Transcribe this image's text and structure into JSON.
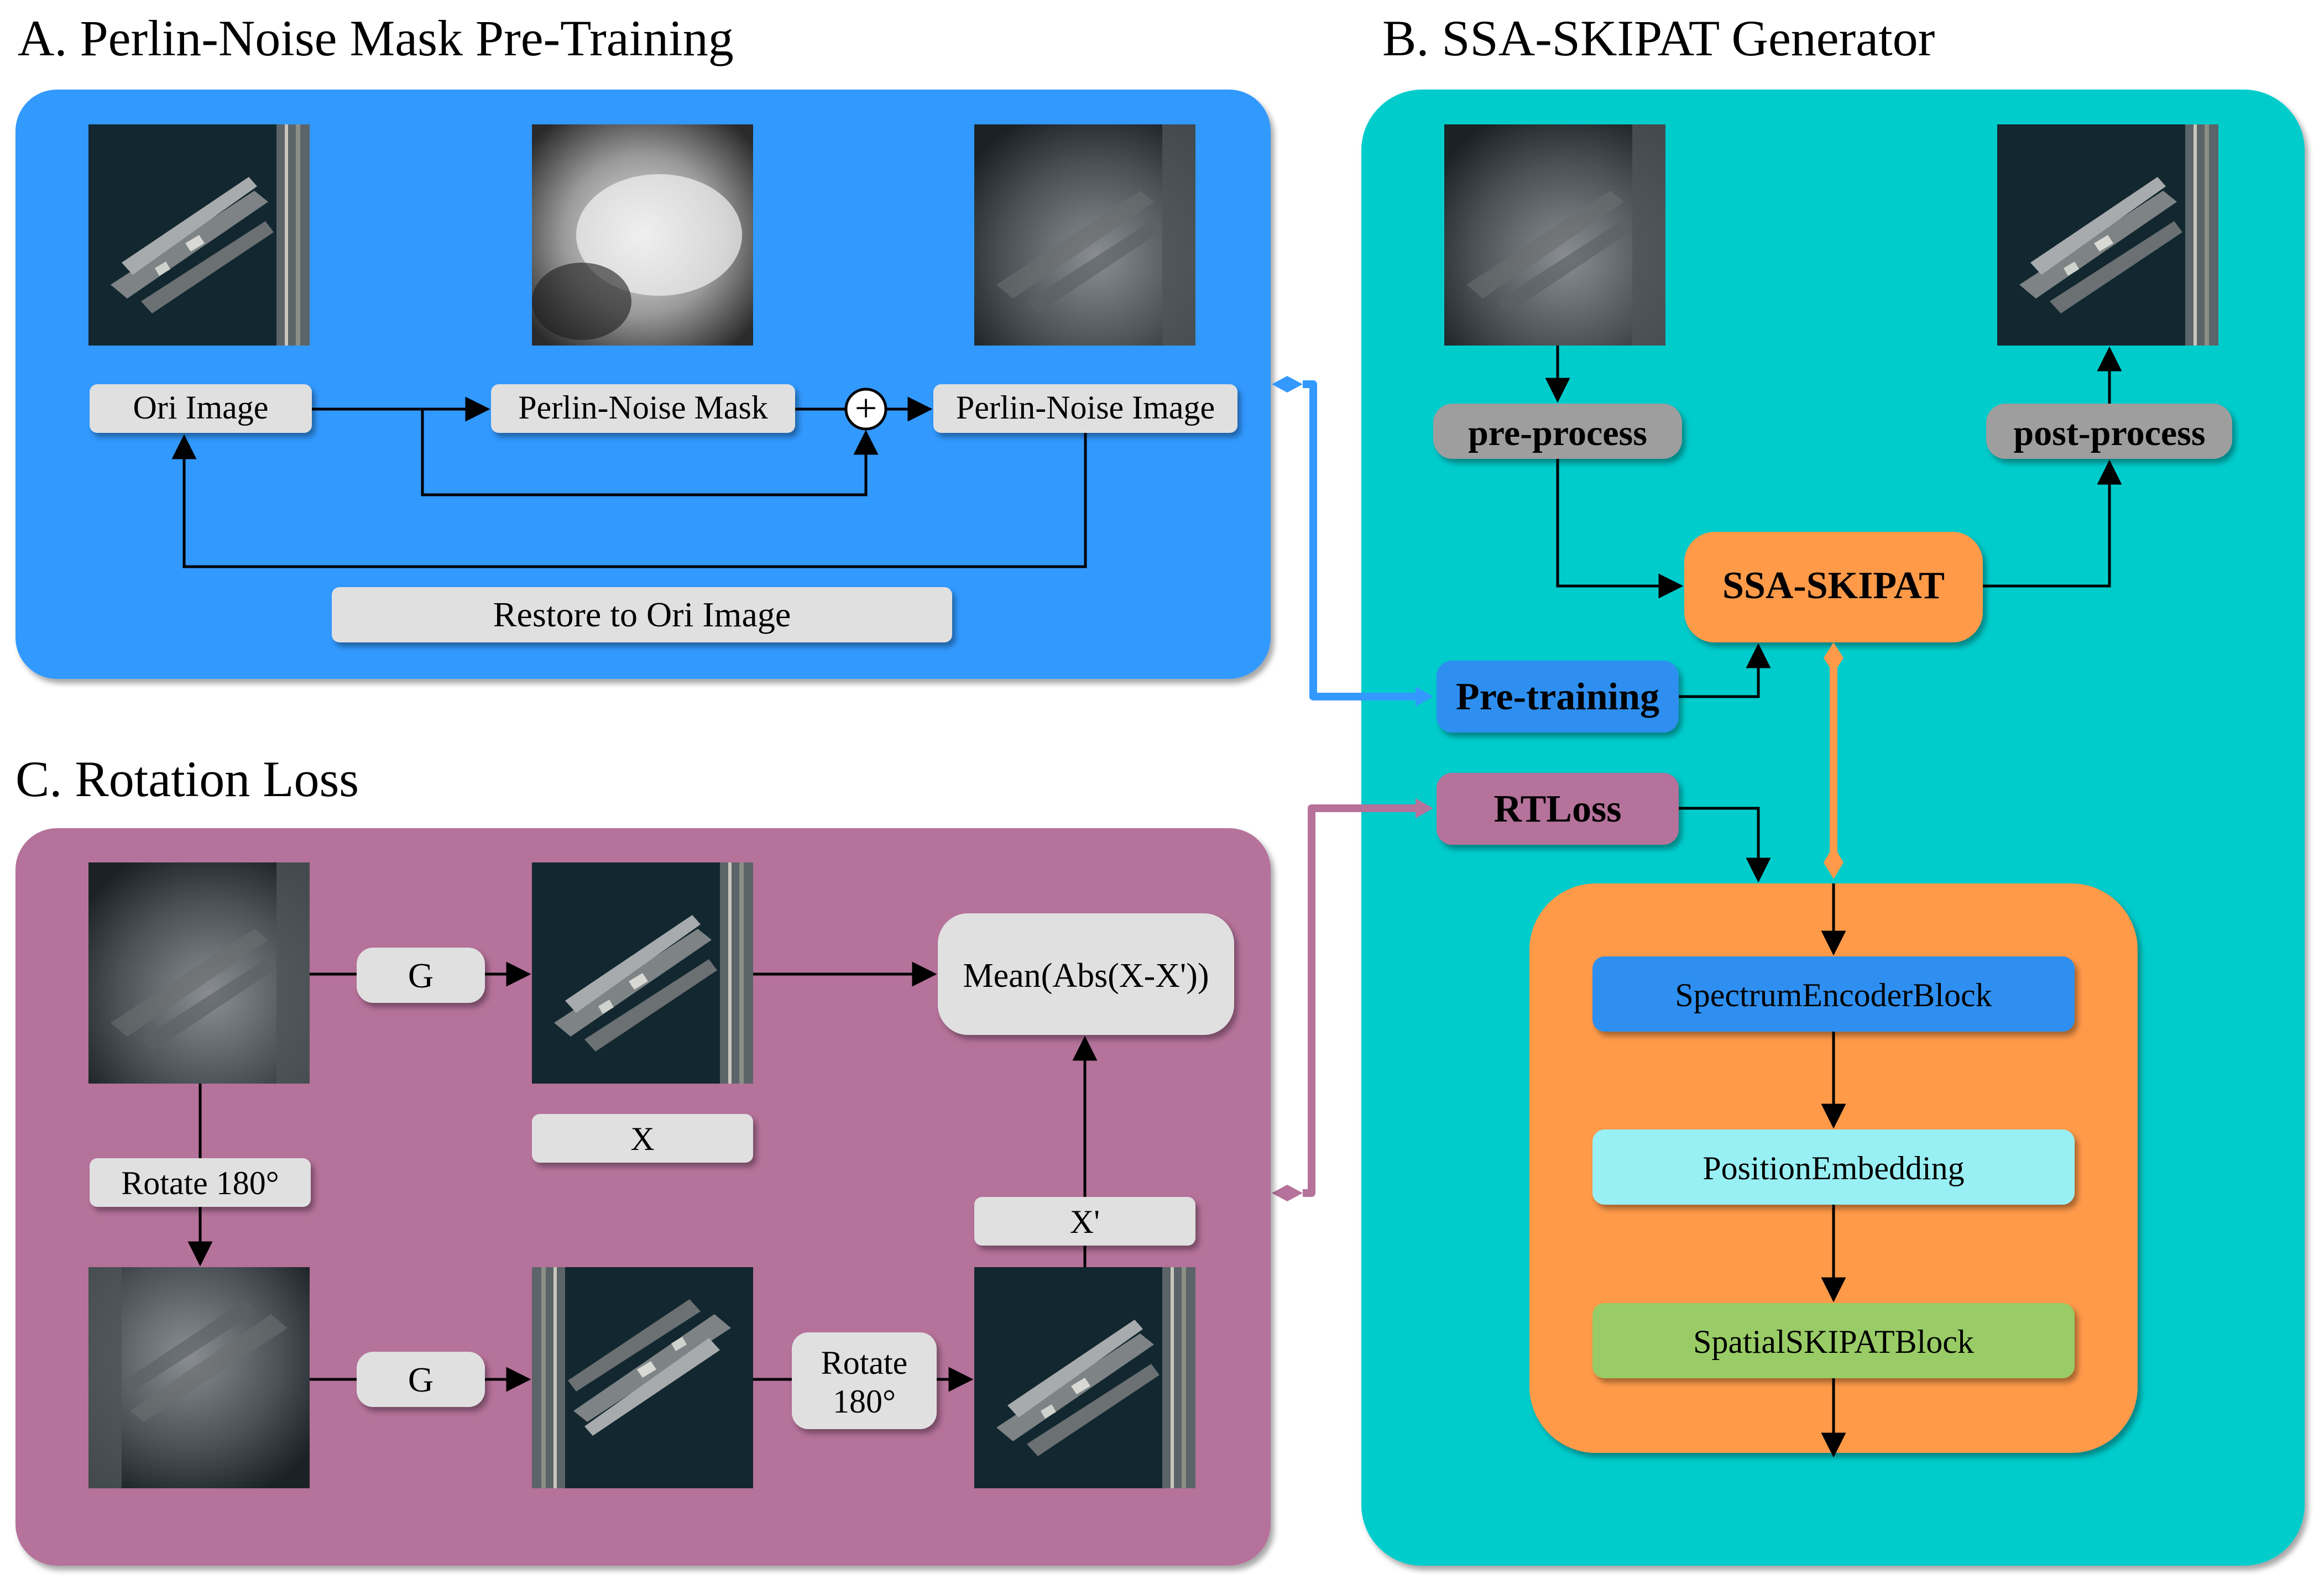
{
  "sections": {
    "a": {
      "title": "A. Perlin-Noise Mask Pre-Training",
      "color": "#3399FF"
    },
    "b": {
      "title": "B. SSA-SKIPAT Generator",
      "color": "#00CCCC"
    },
    "c": {
      "title": "C. Rotation Loss",
      "color": "#B5729A"
    }
  },
  "section_a": {
    "ori_image_label": "Ori Image",
    "mask_label": "Perlin-Noise Mask",
    "plus_symbol": "+",
    "noise_image_label": "Perlin-Noise Image",
    "restore_label": "Restore to Ori Image"
  },
  "section_b": {
    "pre_process_label": "pre-process",
    "post_process_label": "post-process",
    "ssa_skipat_label": "SSA-SKIPAT",
    "pre_training_label": "Pre-training",
    "rtloss_label": "RTLoss",
    "spectrum_encoder_label": "SpectrumEncoderBlock",
    "position_embedding_label": "PositionEmbedding",
    "spatial_skipat_label": "SpatialSKIPATBlock"
  },
  "section_c": {
    "g_top_label": "G",
    "g_bottom_label": "G",
    "mean_abs_label": "Mean(Abs(X-X'))",
    "x_label": "X",
    "x_prime_label": "X'",
    "rotate_left_label": "Rotate 180°",
    "rotate_mid_line1": "Rotate",
    "rotate_mid_line2": "180°"
  },
  "colors": {
    "box_gray": "#E0E0E0",
    "box_dark_gray": "#9E9E9E",
    "orange": "#FF9A4A",
    "blue_block": "#2E8FF0",
    "cyan_block": "#99F0F4",
    "green_block": "#99CC66",
    "pretrain_blue": "#2E8FF0",
    "rtloss_purple": "#B5729A"
  }
}
